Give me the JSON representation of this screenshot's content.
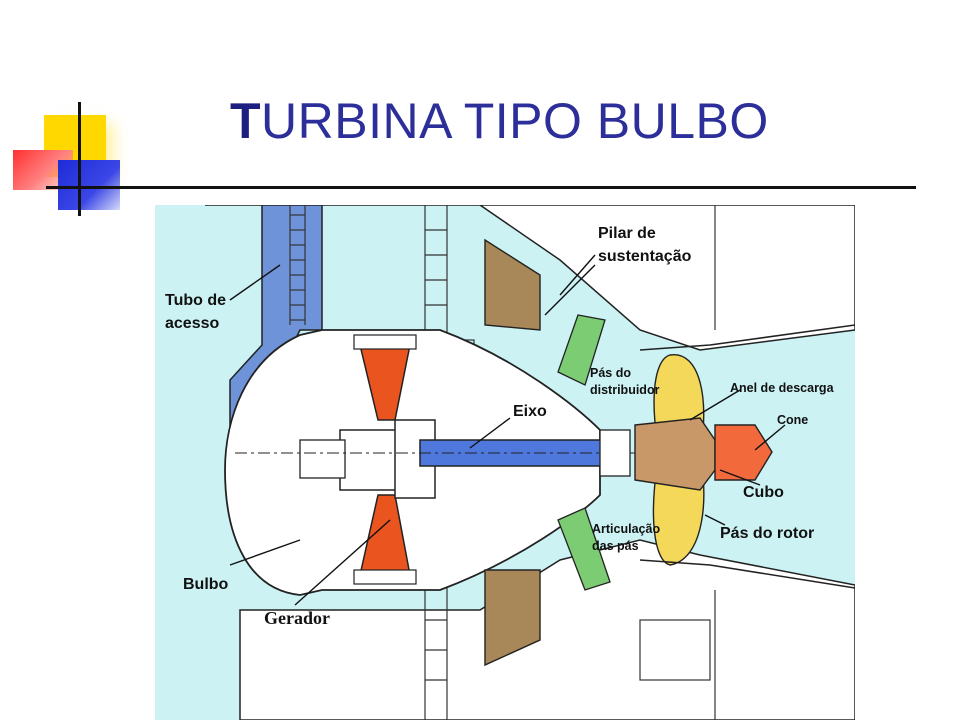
{
  "slide": {
    "title_first_letter": "T",
    "title_rest": "URBINA TIPO BULBO"
  },
  "diagram": {
    "labels": {
      "tubo_acesso_1": "Tubo de",
      "tubo_acesso_2": "acesso",
      "pilar_1": "Pilar de",
      "pilar_2": "sustentação",
      "pas_distribuidor_1": "Pás do",
      "pas_distribuidor_2": "distribuidor",
      "eixo": "Eixo",
      "anel_descarga": "Anel de descarga",
      "cone": "Cone",
      "cubo": "Cubo",
      "articulacao_1": "Articulação",
      "articulacao_2": "das pás",
      "pas_rotor": "Pás do rotor",
      "bulbo": "Bulbo",
      "gerador": "Gerador"
    },
    "colors": {
      "water": "#ccf2f4",
      "tube": "#6f93d8",
      "shaft": "#4f78dd",
      "generator": "#e9541f",
      "pillar": "#a88758",
      "guide_vanes": "#7ccc74",
      "rotor_blades": "#f4d85a",
      "hub": "#c99868",
      "cone": "#f26a3c"
    }
  }
}
